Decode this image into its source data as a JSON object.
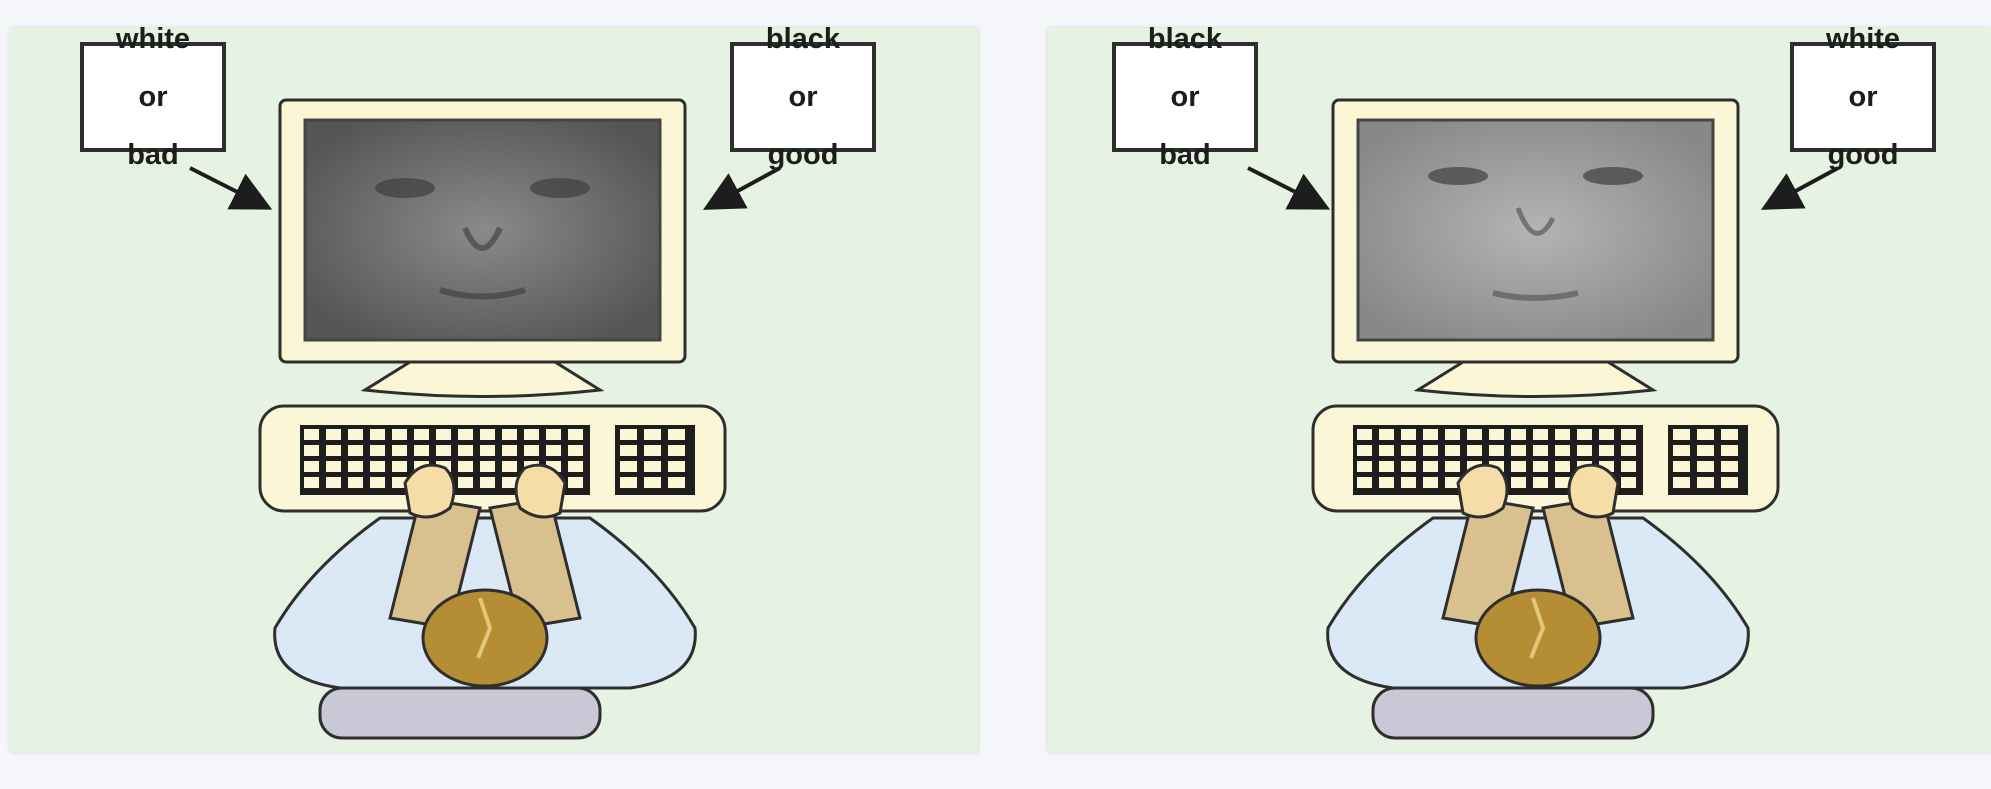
{
  "panels": [
    {
      "left_label": {
        "lines": [
          "white",
          "or",
          "bad"
        ]
      },
      "right_label": {
        "lines": [
          "black",
          "or",
          "good"
        ]
      }
    },
    {
      "left_label": {
        "lines": [
          "black",
          "or",
          "bad"
        ]
      },
      "right_label": {
        "lines": [
          "white",
          "or",
          "good"
        ]
      }
    }
  ],
  "colors": {
    "panel_background": "#e6f3e3",
    "monitor_frame": "#fbf7d6",
    "outline": "#2e2e2e",
    "shirt": "#dbe9f6",
    "hair": "#b58d35",
    "skin": "#d9c08f",
    "chair": "#c9c8d6"
  }
}
